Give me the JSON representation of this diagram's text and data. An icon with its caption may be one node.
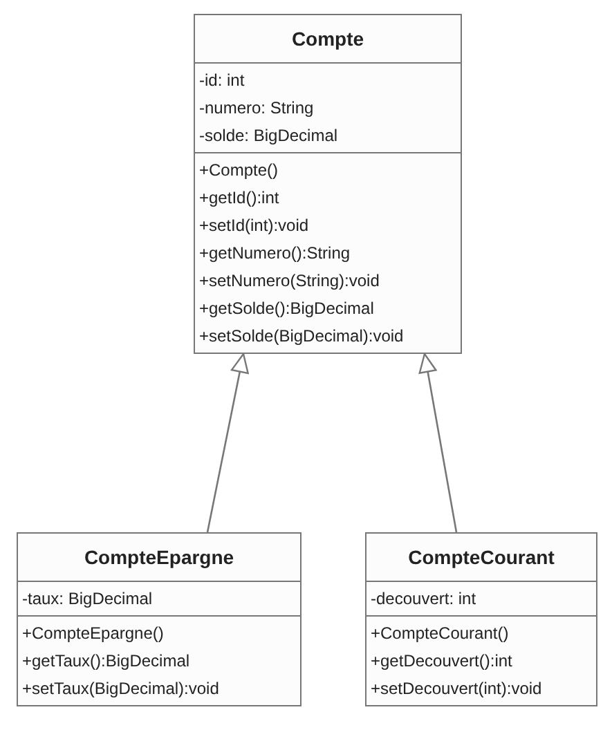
{
  "diagram": {
    "nodes": [
      {
        "text": [
          "Compte",
          "-id: int",
          "-numero: String",
          "-solde: BigDecimal",
          "+Compte()",
          "+getId():int",
          "+setId(int):void",
          "+getNumero():String",
          "+setNumero(String):void",
          "+getSolde():BigDecimal",
          "+setSolde(BigDecimal):void"
        ]
      },
      {
        "text": [
          "CompteEpargne",
          "-taux: BigDecimal",
          "+CompteEpargne()",
          "+getTaux():BigDecimal",
          "+setTaux(BigDecimal):void"
        ]
      },
      {
        "text": [
          "CompteCourant",
          "-decouvert: int",
          "+CompteCourant()",
          "+getDecouvert():int",
          "+setDecouvert(int):void"
        ]
      }
    ],
    "edges": [
      {
        "from": 1,
        "to": 0,
        "arrow": "to"
      },
      {
        "from": 2,
        "to": 0,
        "arrow": "to"
      }
    ]
  }
}
